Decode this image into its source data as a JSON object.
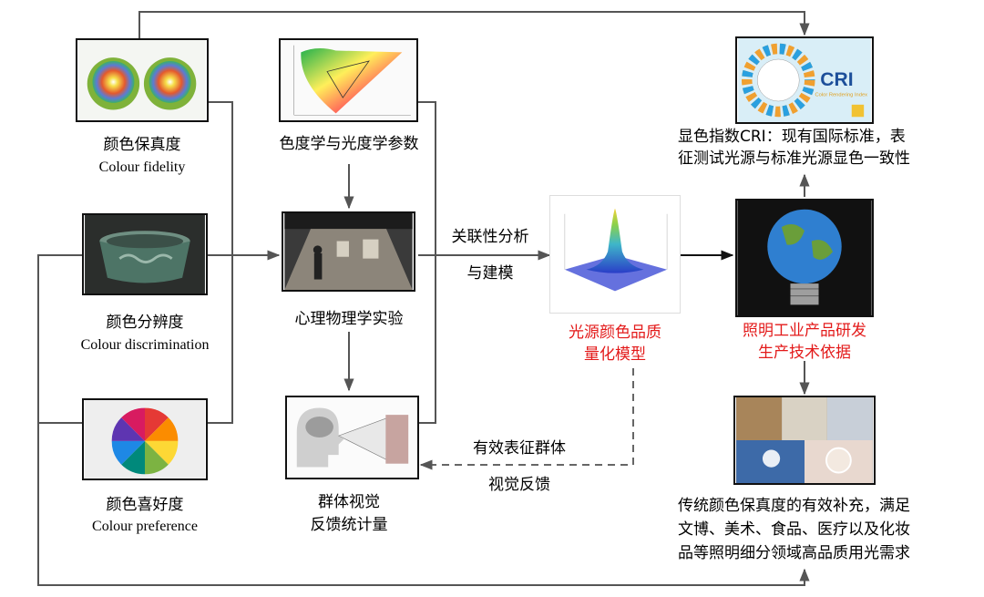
{
  "attributes": {
    "fidelity": {
      "zh": "颜色保真度",
      "en": "Colour fidelity"
    },
    "discrimination": {
      "zh": "颜色分辨度",
      "en": "Colour discrimination"
    },
    "preference": {
      "zh": "颜色喜好度",
      "en": "Colour preference"
    }
  },
  "middle": {
    "params": "色度学与光度学参数",
    "experiment": "心理物理学实验",
    "stats_line1": "群体视觉",
    "stats_line2": "反馈统计量"
  },
  "arrows": {
    "analysis_line1": "关联性分析",
    "analysis_line2": "与建模",
    "feedback_line1": "有效表征群体",
    "feedback_line2": "视觉反馈"
  },
  "model": {
    "line1": "光源颜色品质",
    "line2": "量化模型"
  },
  "industry": {
    "line1": "照明工业产品研发",
    "line2": "生产技术依据"
  },
  "cri": {
    "logo_text": "CRI",
    "logo_sub": "Color Rendering Index",
    "line1": "显色指数CRI：现有国际标准，表",
    "line2": "征测试光源与标准光源显色一致性"
  },
  "conclusion": {
    "line1": "传统颜色保真度的有效补充，满足",
    "line2": "文博、美术、食品、医疗以及化妆",
    "line3": "品等照明细分领域高品质用光需求"
  },
  "colors": {
    "accent_red": "#e31a1a",
    "line": "#555555",
    "dashed": "#666666"
  }
}
